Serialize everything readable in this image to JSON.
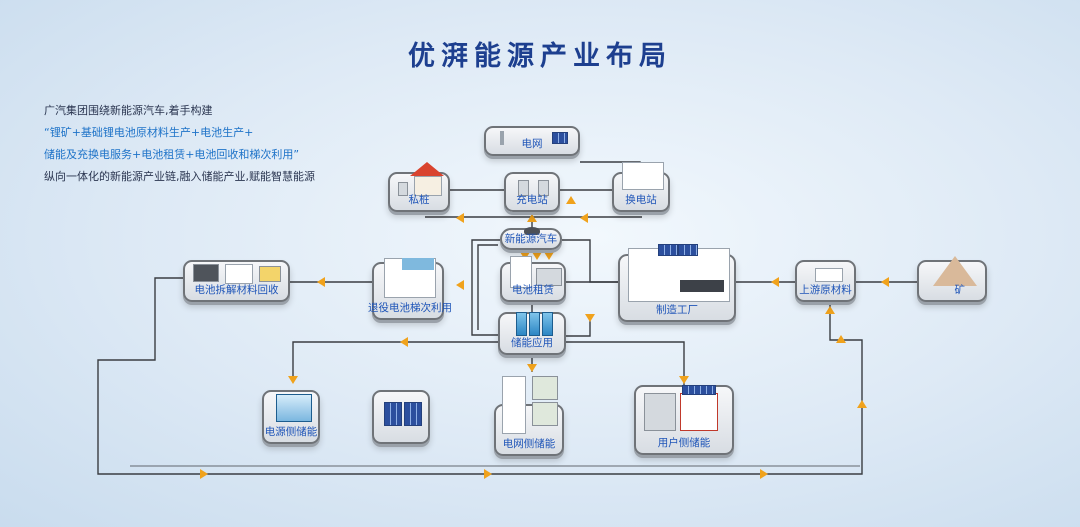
{
  "title": "优湃能源产业布局",
  "intro": {
    "line1": "广汽集团围绕新能源汽车,着手构建",
    "line2": "“锂矿+基础锂电池原材料生产+电池生产+",
    "line3": "储能及充换电服务+电池租赁+电池回收和梯次利用”",
    "line4": "纵向一体化的新能源产业链,融入储能产业,赋能智慧能源"
  },
  "nodes": {
    "grid": "电网",
    "private_pile": "私桩",
    "charging_station": "充电站",
    "swap_station": "换电站",
    "nev": "新能源汽车",
    "battery_rental": "电池租赁",
    "storage_application": "储能应用",
    "factory": "制造工厂",
    "upstream_materials": "上游原材料",
    "mine": "矿",
    "recycling": "电池拆解材料回收",
    "cascade_use": "退役电池梯次利用",
    "source_storage": "电源侧储能",
    "solar_panels": "",
    "grid_storage": "电网侧储能",
    "user_storage": "用户侧储能"
  },
  "colors": {
    "title": "#1d3f8f",
    "label": "#1f55b8",
    "highlight": "#1e73c8",
    "arrow": "#f0a21c",
    "line": "#3a3d42"
  }
}
